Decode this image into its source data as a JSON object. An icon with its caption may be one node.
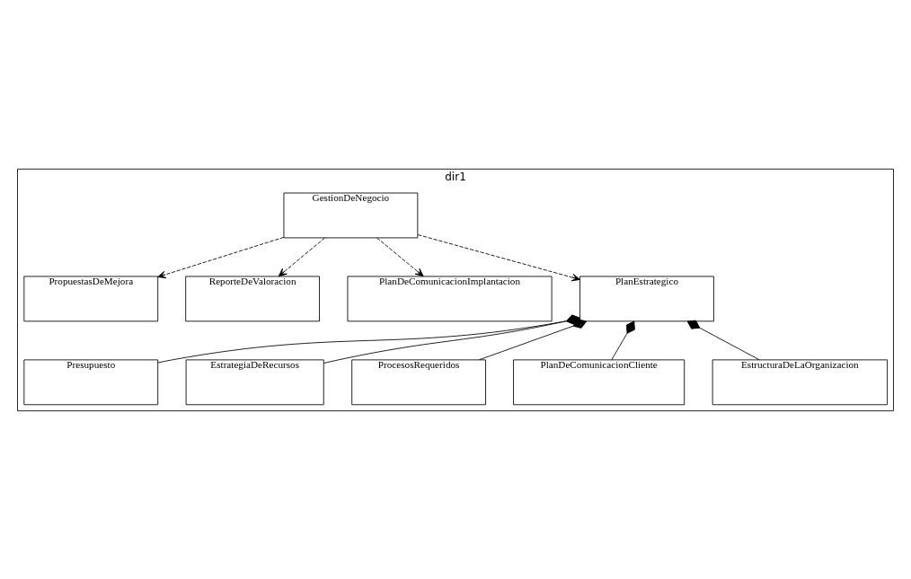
{
  "diagram": {
    "nodes": [
      {
        "text": [
          "dir1"
        ]
      },
      {
        "text": [
          "PropuestasDeMejora"
        ],
        "in": 0
      },
      {
        "text": [
          "GestionDeNegocio"
        ],
        "in": 0
      },
      {
        "text": [
          "ReporteDeValoracion"
        ],
        "in": 0
      },
      {
        "text": [
          "PlanDeComunicacionImplantacion"
        ],
        "in": 0
      },
      {
        "text": [
          "PlanEstrategico"
        ],
        "in": 0
      },
      {
        "text": [
          "Presupuesto"
        ],
        "in": 0
      },
      {
        "text": [
          "EstrategiaDeRecursos"
        ],
        "in": 0
      },
      {
        "text": [
          "ProcesosRequeridos"
        ],
        "in": 0
      },
      {
        "text": [
          "PlanDeComunicacionCliente"
        ],
        "in": 0
      },
      {
        "text": [
          "EstructuraDeLaOrganizacion"
        ],
        "in": 0
      }
    ],
    "edges": [
      {
        "from": 2,
        "to": 1,
        "arrow": "to",
        "style": "dashed"
      },
      {
        "from": 2,
        "to": 3,
        "arrow": "to",
        "style": "dashed"
      },
      {
        "from": 2,
        "to": 4,
        "arrow": "to",
        "style": "dashed"
      },
      {
        "from": 2,
        "to": 5,
        "arrow": "to",
        "style": "dashed"
      },
      {
        "from": 5,
        "to": 6,
        "arrow": "other"
      },
      {
        "from": 5,
        "to": 7,
        "arrow": "other"
      },
      {
        "from": 5,
        "to": 8,
        "arrow": "other"
      },
      {
        "from": 5,
        "to": 10,
        "arrow": "other"
      },
      {
        "from": 5,
        "to": 9,
        "arrow": "other"
      }
    ]
  }
}
